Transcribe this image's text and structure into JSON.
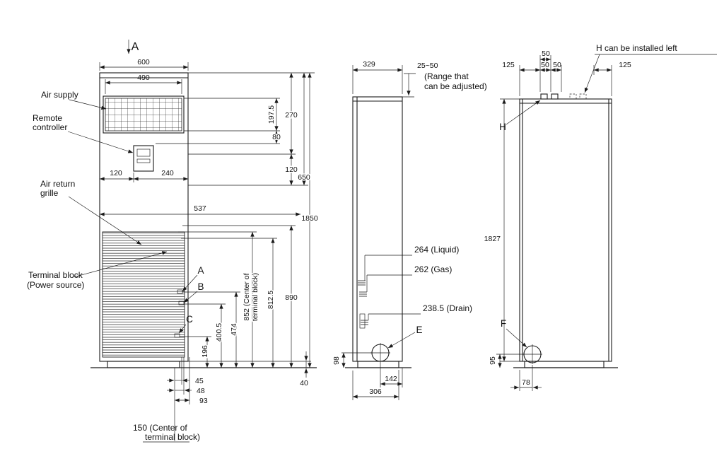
{
  "front": {
    "section_arrow": "A",
    "d600": "600",
    "d490": "490",
    "air_supply": "Air supply",
    "remote1": "Remote",
    "remote2": "controller",
    "return1": "Air return",
    "return2": "grille",
    "term1": "Terminal block",
    "term2": "(Power source)",
    "d120a": "120",
    "d240": "240",
    "d537": "537",
    "d197": "197.5",
    "d80": "80",
    "d270": "270",
    "d120b": "120",
    "d650": "650",
    "d1850": "1850",
    "d890": "890",
    "d812": "812.5",
    "d852a": "852 (Center of",
    "d852b": "terminal block)",
    "d474": "474",
    "d400": "400.5",
    "d196": "196",
    "pA": "A",
    "pB": "B",
    "pC": "C",
    "d45": "45",
    "d48": "48",
    "d93": "93",
    "d40": "40",
    "d150a": "150 (Center of",
    "d150b": "terminal block)"
  },
  "side": {
    "d329": "329",
    "d2550": "25~50",
    "range1": "(Range that",
    "range2": "can be adjusted)",
    "liquid": "264 (Liquid)",
    "gas": "262 (Gas)",
    "drain": "238.5 (Drain)",
    "pE": "E",
    "d98": "98",
    "d142": "142",
    "d306": "306"
  },
  "rear": {
    "d125a": "125",
    "d50t": "50",
    "d50a": "50",
    "d50b": "50",
    "d125b": "125",
    "hnote": "H can be installed left",
    "pH": "H",
    "d1827": "1827",
    "pF": "F",
    "d95": "95",
    "d78": "78"
  }
}
